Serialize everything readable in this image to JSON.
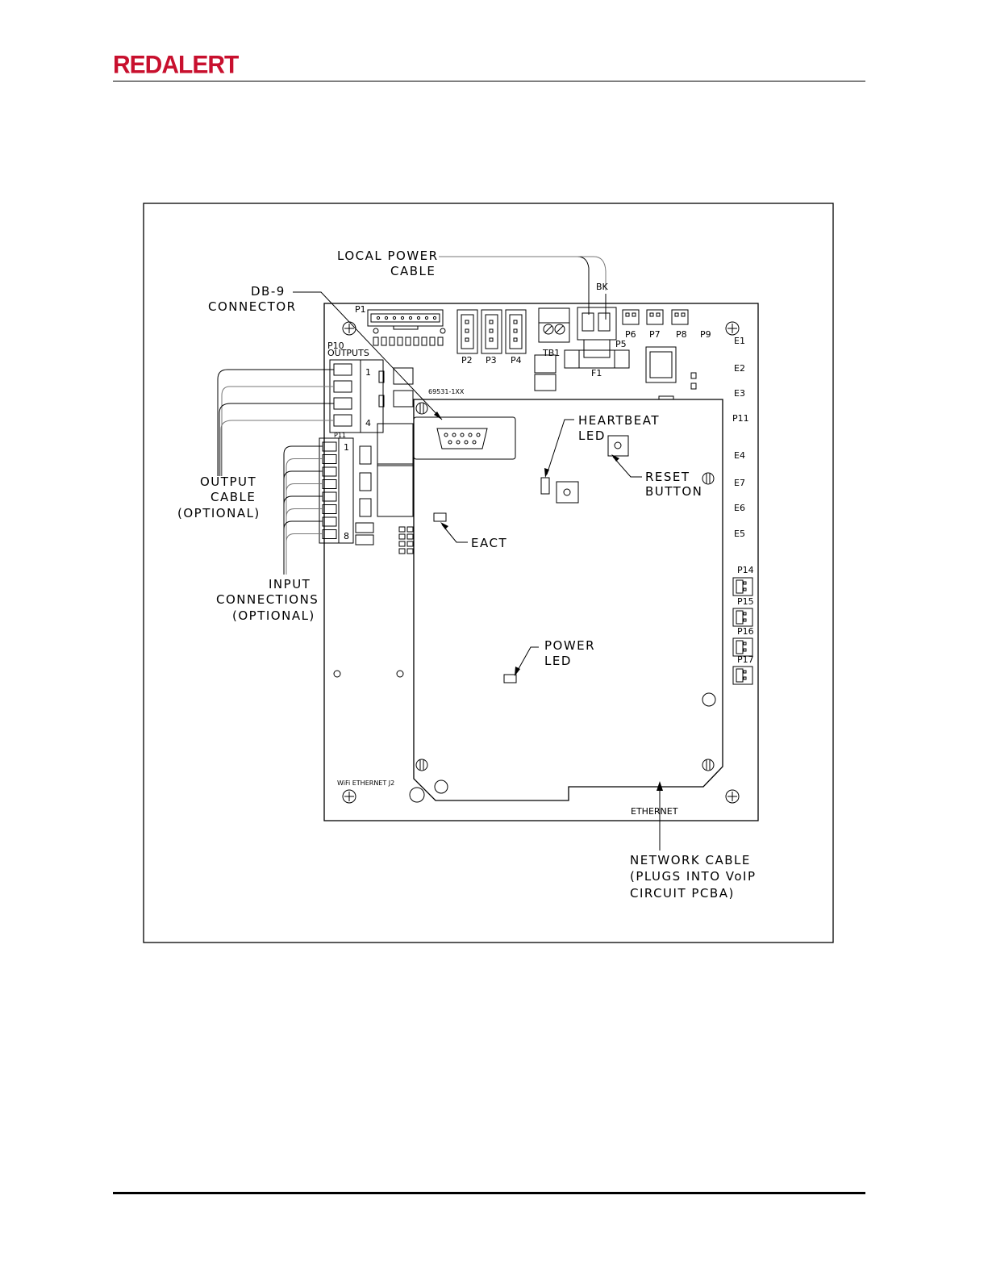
{
  "header": {
    "logo_text": "REDALERT"
  },
  "callouts": {
    "local_power_cable": [
      "LOCAL POWER",
      "CABLE"
    ],
    "db9_connector": [
      "DB-9",
      "CONNECTOR"
    ],
    "output_cable": [
      "OUTPUT",
      "CABLE",
      "(OPTIONAL)"
    ],
    "input_connections": [
      "INPUT",
      "CONNECTIONS",
      "(OPTIONAL)"
    ],
    "heartbeat_led": [
      "HEARTBEAT",
      "LED"
    ],
    "reset_button": [
      "RESET",
      "BUTTON"
    ],
    "eact": "EACT",
    "power_led": [
      "POWER",
      "LED"
    ],
    "network_cable": [
      "NETWORK CABLE",
      "(PLUGS INTO VoIP",
      "CIRCUIT PCBA)"
    ]
  },
  "board_labels": {
    "bk": "BK",
    "p1": "P1",
    "p2": "P2",
    "p3": "P3",
    "p4": "P4",
    "tb1": "TB1",
    "f1": "F1",
    "p5": "P5",
    "p6": "P6",
    "p7": "P7",
    "p8": "P8",
    "p9": "P9",
    "p10": "P10",
    "outputs": "OUTPUTS",
    "out_pin_1": "1",
    "out_pin_4": "4",
    "p11_small": "P11",
    "in_pin_1": "1",
    "in_pin_8": "8",
    "part_number": "69531-1XX",
    "e1": "E1",
    "e2": "E2",
    "e3": "E3",
    "p11": "P11",
    "e4": "E4",
    "e7": "E7",
    "e6": "E6",
    "e5": "E5",
    "p14": "P14",
    "p15": "P15",
    "p16": "P16",
    "p17": "P17",
    "wifi_ethernet": "WiFi ETHERNET J2",
    "ethernet": "ETHERNET"
  }
}
